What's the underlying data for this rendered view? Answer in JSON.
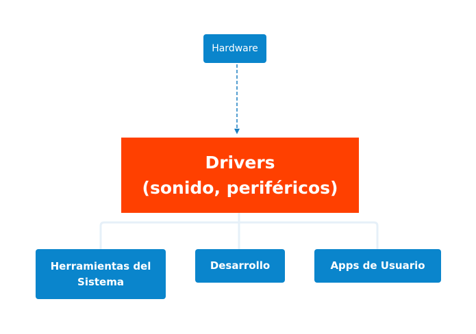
{
  "diagram": {
    "type": "hierarchy",
    "colors": {
      "node_fill": "#0a85cc",
      "main_fill": "#ff4000",
      "text": "#ffffff",
      "dashed_arrow": "#1a7fc1",
      "connector": "#e6f0f8"
    },
    "source": {
      "label": "Hardware"
    },
    "main": {
      "line1": "Drivers",
      "line2": "(sonido, periféricos)"
    },
    "children": [
      {
        "line1": "Herramientas del",
        "line2": "Sistema"
      },
      {
        "line1": "Desarrollo"
      },
      {
        "line1": "Apps de Usuario"
      }
    ],
    "edges": [
      {
        "from": "Hardware",
        "to": "Drivers",
        "style": "dashed-arrow"
      },
      {
        "from": "Drivers",
        "to": "Herramientas del Sistema",
        "style": "solid"
      },
      {
        "from": "Drivers",
        "to": "Desarrollo",
        "style": "solid"
      },
      {
        "from": "Drivers",
        "to": "Apps de Usuario",
        "style": "solid"
      }
    ]
  }
}
